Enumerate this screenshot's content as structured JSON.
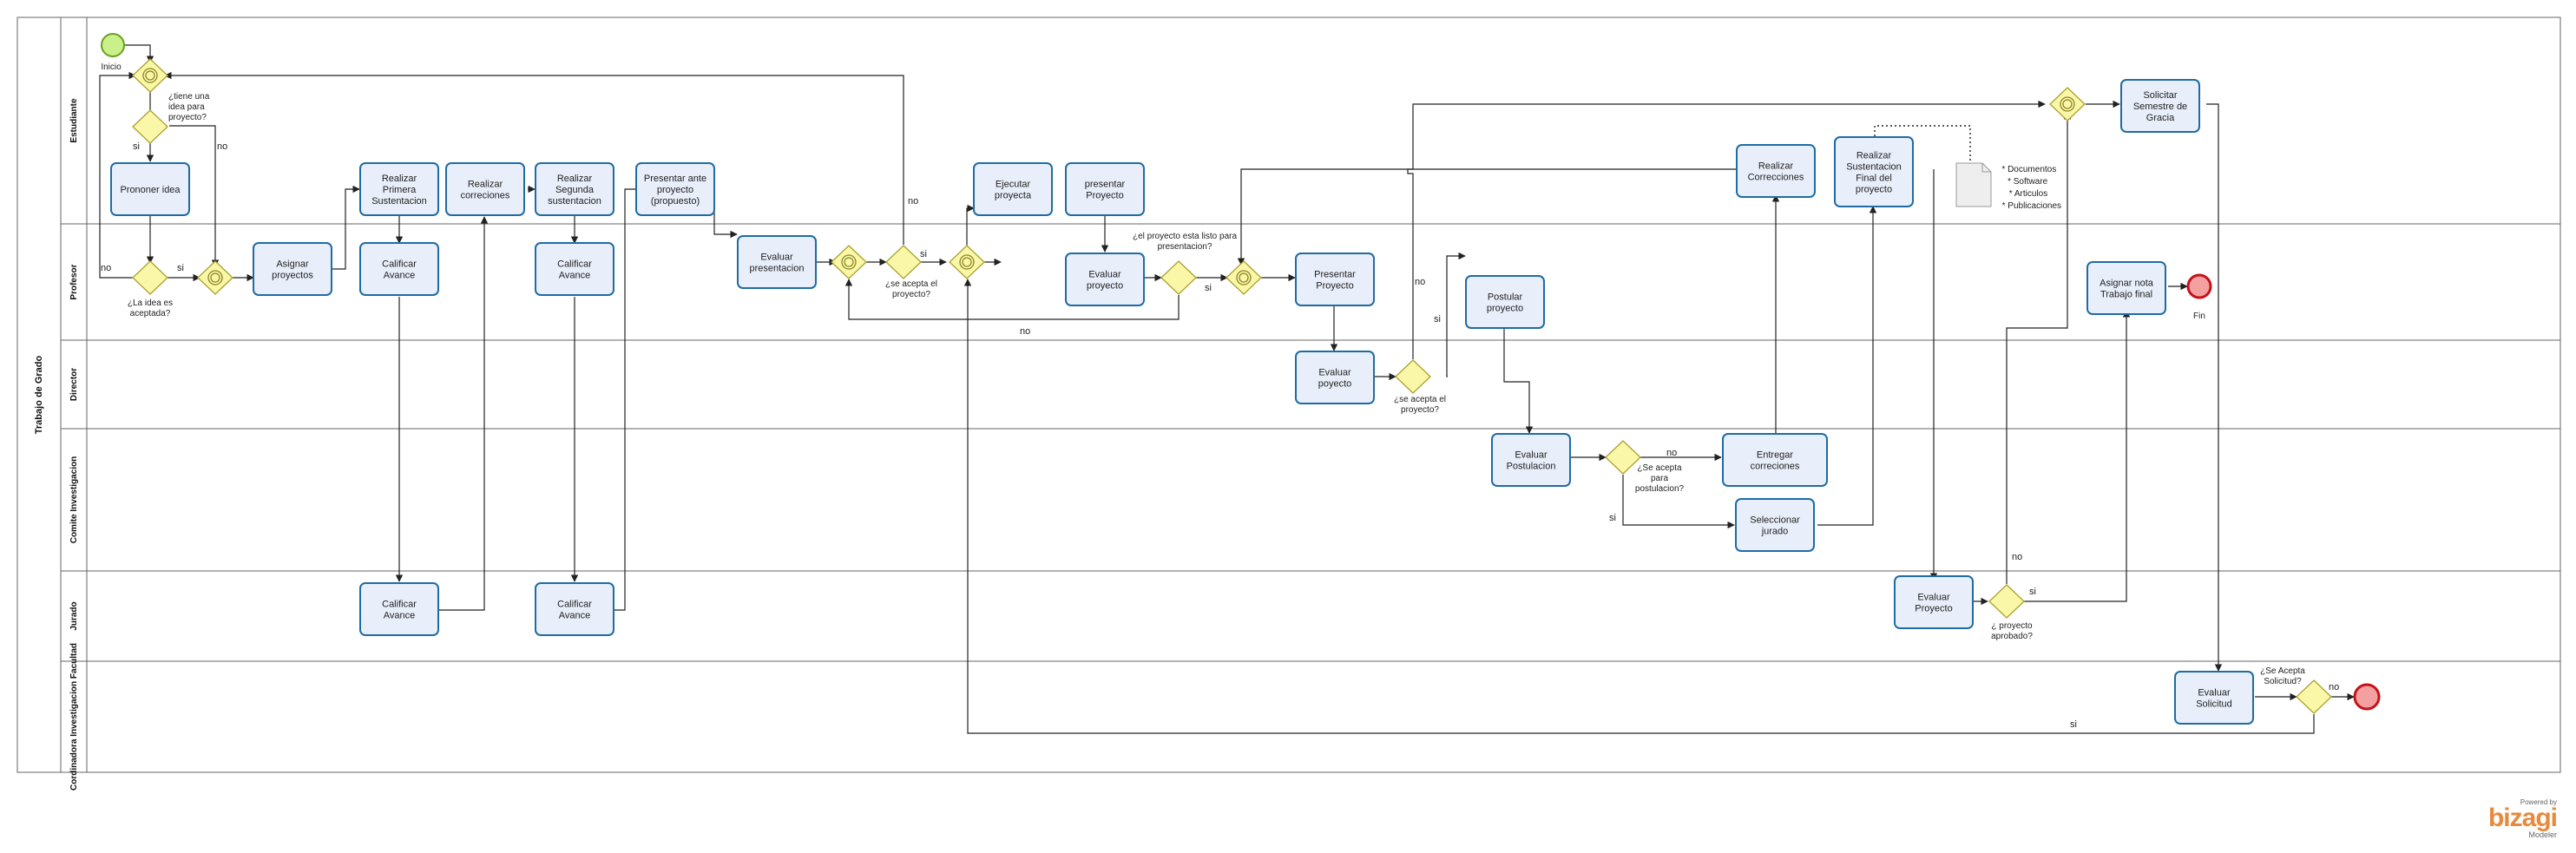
{
  "pool": {
    "name": "Trabajo de Grado"
  },
  "lanes": [
    {
      "id": "est",
      "name": "Estudiante"
    },
    {
      "id": "pro",
      "name": "Profesor"
    },
    {
      "id": "dir",
      "name": "Director"
    },
    {
      "id": "com",
      "name": "Comite Investigacion"
    },
    {
      "id": "jur",
      "name": "Jurado"
    },
    {
      "id": "coo",
      "name": "Cordinadora Investigacion Facultad"
    }
  ],
  "tasks": [
    {
      "id": "t_pronoer",
      "label": "Prononer idea"
    },
    {
      "id": "t_asignar",
      "label": "Asignar proyectos"
    },
    {
      "id": "t_primera",
      "label": "Realizar Primera Sustentacion"
    },
    {
      "id": "t_calif1",
      "label": "Calificar Avance"
    },
    {
      "id": "t_correc1",
      "label": "Realizar correciones"
    },
    {
      "id": "t_segunda",
      "label": "Realizar Segunda sustentacion"
    },
    {
      "id": "t_calif2",
      "label": "Calificar Avance"
    },
    {
      "id": "t_presentar_ante",
      "label": "Presentar ante proyecto (propuesto)"
    },
    {
      "id": "t_jcalif1",
      "label": "Calificar Avance"
    },
    {
      "id": "t_jcalif2",
      "label": "Calificar Avance"
    },
    {
      "id": "t_evalpres",
      "label": "Evaluar presentacion"
    },
    {
      "id": "t_ejecutar",
      "label": "Ejecutar proyecta"
    },
    {
      "id": "t_presentar",
      "label": "presentar Proyecto"
    },
    {
      "id": "t_evalproy",
      "label": "Evaluar proyecto"
    },
    {
      "id": "t_presproy",
      "label": "Presentar Proyecto"
    },
    {
      "id": "t_direval",
      "label": "Evaluar poyecto"
    },
    {
      "id": "t_postular",
      "label": "Postular proyecto"
    },
    {
      "id": "t_evalpost",
      "label": "Evaluar Postulacion"
    },
    {
      "id": "t_entregar",
      "label": "Entregar correciones"
    },
    {
      "id": "t_selecc",
      "label": "Seleccionar jurado"
    },
    {
      "id": "t_realcorr",
      "label": "Realizar Correcciones"
    },
    {
      "id": "t_sustfinal",
      "label": "Realizar Sustentacion Final del proyecto"
    },
    {
      "id": "t_jeval",
      "label": "Evaluar Proyecto"
    },
    {
      "id": "t_nota",
      "label": "Asignar nota Trabajo final"
    },
    {
      "id": "t_semestre",
      "label": "Solicitar Semestre de Gracia"
    },
    {
      "id": "t_solicitud",
      "label": "Evaluar Solicitud"
    }
  ],
  "gateways": [
    {
      "id": "g_tiene",
      "label": "¿tiene una idea para proyecto?"
    },
    {
      "id": "g_idea",
      "label": "¿La idea es aceptada?"
    },
    {
      "id": "g_acepta",
      "label": "¿se acepta el proyecto?"
    },
    {
      "id": "g_listo",
      "label": "¿el proyecto esta listo para presentacion?"
    },
    {
      "id": "g_dir",
      "label": "¿se acepta el proyecto?"
    },
    {
      "id": "g_post",
      "label": "¿Se acepta para postulacion?"
    },
    {
      "id": "g_aprob",
      "label": "¿ proyecto aprobado?"
    },
    {
      "id": "g_soli",
      "label": "¿Se Acepta Solicitud?"
    }
  ],
  "events": {
    "start": "Inicio",
    "end": "Fin"
  },
  "annotation": [
    "* Documentos",
    "* Software",
    "* Articulos",
    "* Publicaciones"
  ],
  "flow_labels": {
    "si": "si",
    "no": "no"
  },
  "logo": {
    "powered": "Powered by",
    "brand": "bizagi",
    "sub": "Modeler"
  },
  "colors": {
    "task_fill": "#e8eefa",
    "task_stroke": "#1f6ca3",
    "gateway_fill": "#fbf7a8",
    "gateway_stroke": "#a8a22e",
    "start_fill": "#c9f08a",
    "start_stroke": "#6a9f1f",
    "end_fill": "#f4a0a0",
    "end_stroke": "#c4121b"
  }
}
